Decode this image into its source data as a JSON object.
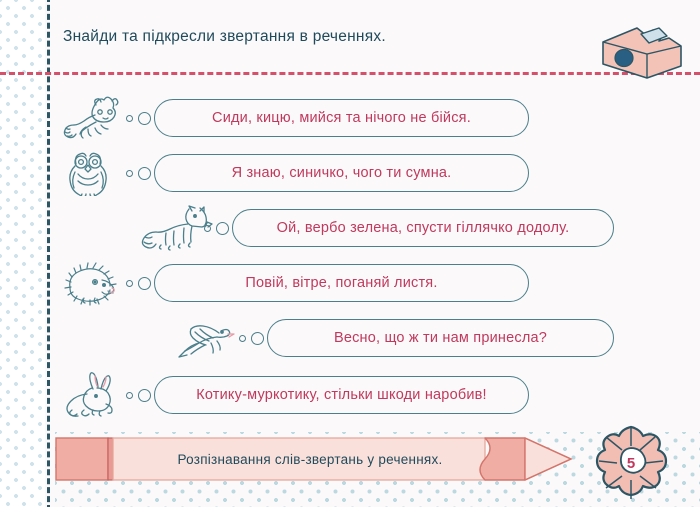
{
  "page": {
    "background_color": "#fbf9f9",
    "accent_teal": "#4a7f8c",
    "accent_crimson": "#c0395e",
    "dot_color": "#cfe2ea",
    "pencil_color": "#f7d5ce"
  },
  "header": {
    "title": "Знайди та підкресли звертання в реченнях.",
    "sharpener_icon": "pencil-sharpener-icon"
  },
  "exercises": [
    {
      "animal": "raccoon-icon",
      "sentence": "Сиди, кицю, мийся та нічого не бійся.",
      "indent": 62,
      "bubble_width": 375
    },
    {
      "animal": "owl-icon",
      "sentence": "Я знаю, синичко, чого ти сумна.",
      "indent": 62,
      "bubble_width": 375
    },
    {
      "animal": "fox-icon",
      "sentence": "Ой, вербо зелена, спусти гіллячко додолу.",
      "indent": 140,
      "bubble_width": 382
    },
    {
      "animal": "hedgehog-icon",
      "sentence": "Повій, вітре, поганяй листя.",
      "indent": 62,
      "bubble_width": 375
    },
    {
      "animal": "bird-icon",
      "sentence": "Весно, що ж ти нам принесла?",
      "indent": 175,
      "bubble_width": 347
    },
    {
      "animal": "rabbit-icon",
      "sentence": "Котику-муркотику, стільки шкоди наробив!",
      "indent": 62,
      "bubble_width": 375
    }
  ],
  "footer": {
    "pencil_label": "Розпізнавання слів-звертань у реченнях.",
    "page_number": "5",
    "badge_icon": "flower-rosette-icon"
  }
}
